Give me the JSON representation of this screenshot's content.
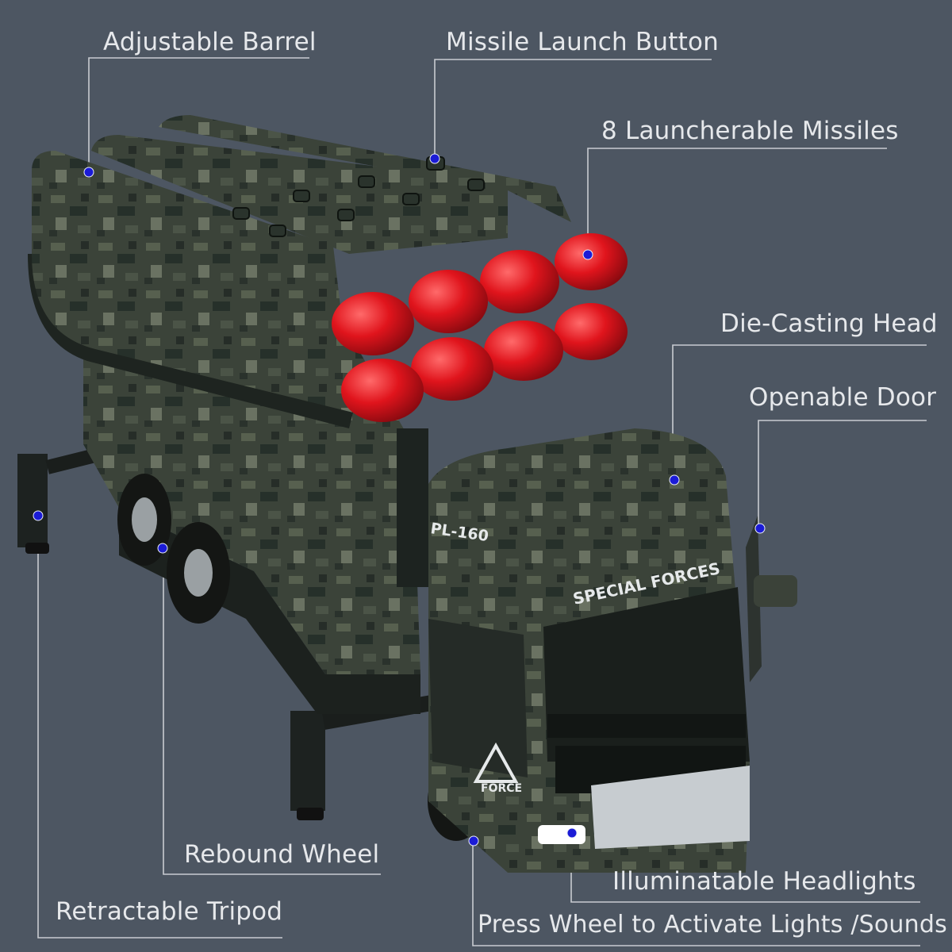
{
  "labels": {
    "adjustable_barrel": "Adjustable Barrel",
    "missile_launch_button": "Missile Launch Button",
    "launchable_missiles": "8 Launcherable Missiles",
    "die_casting_head": "Die-Casting Head",
    "openable_door": "Openable Door",
    "rebound_wheel": "Rebound Wheel",
    "retractable_tripod": "Retractable Tripod",
    "illuminatable_headlights": "Illuminatable Headlights",
    "press_wheel": "Press Wheel to Activate Lights /Sounds"
  },
  "truck_text": {
    "model": "PL-160",
    "cab_banner": "SPECIAL FORCES",
    "grille_badge": "FORCE"
  },
  "colors": {
    "background": "#4d5662",
    "leader_line": "#c9ccd1",
    "dot": "#1b1bd6",
    "missile_tip": "#e0141c",
    "camo_base": "#3a4238"
  }
}
